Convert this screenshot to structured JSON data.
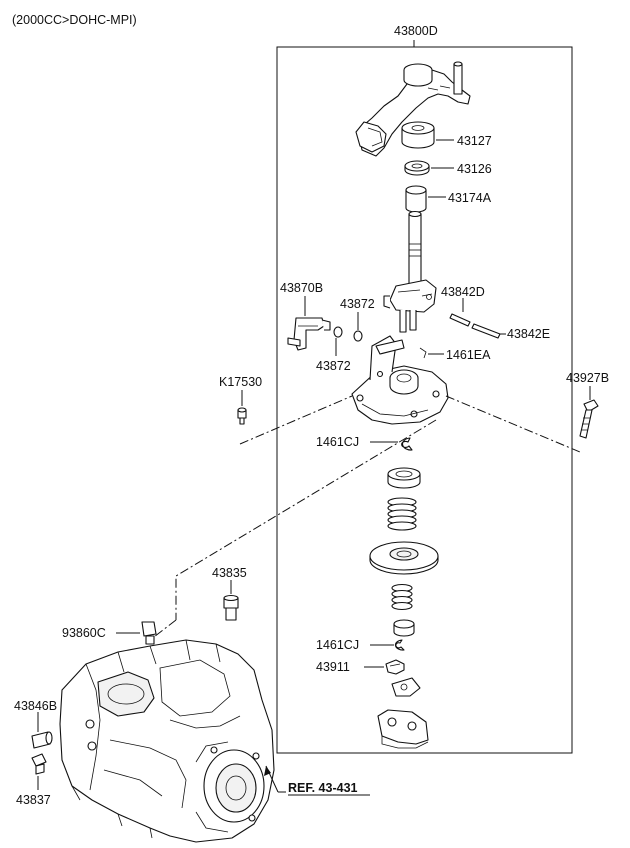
{
  "header": {
    "engine_spec": "(2000CC>DOHC-MPI)"
  },
  "labels": {
    "p43800D": "43800D",
    "p43127": "43127",
    "p43126": "43126",
    "p43174A": "43174A",
    "p43870B": "43870B",
    "p43872_top": "43872",
    "p43842D": "43842D",
    "p43842E": "43842E",
    "p43872_bottom": "43872",
    "p1461EA": "1461EA",
    "pK17530": "K17530",
    "p43927B": "43927B",
    "p1461CJ_top": "1461CJ",
    "p43835": "43835",
    "p93860C": "93860C",
    "p1461CJ_bottom": "1461CJ",
    "p43911": "43911",
    "p43846B": "43846B",
    "p43837": "43837"
  },
  "reference": {
    "text": "REF. 43-431"
  }
}
